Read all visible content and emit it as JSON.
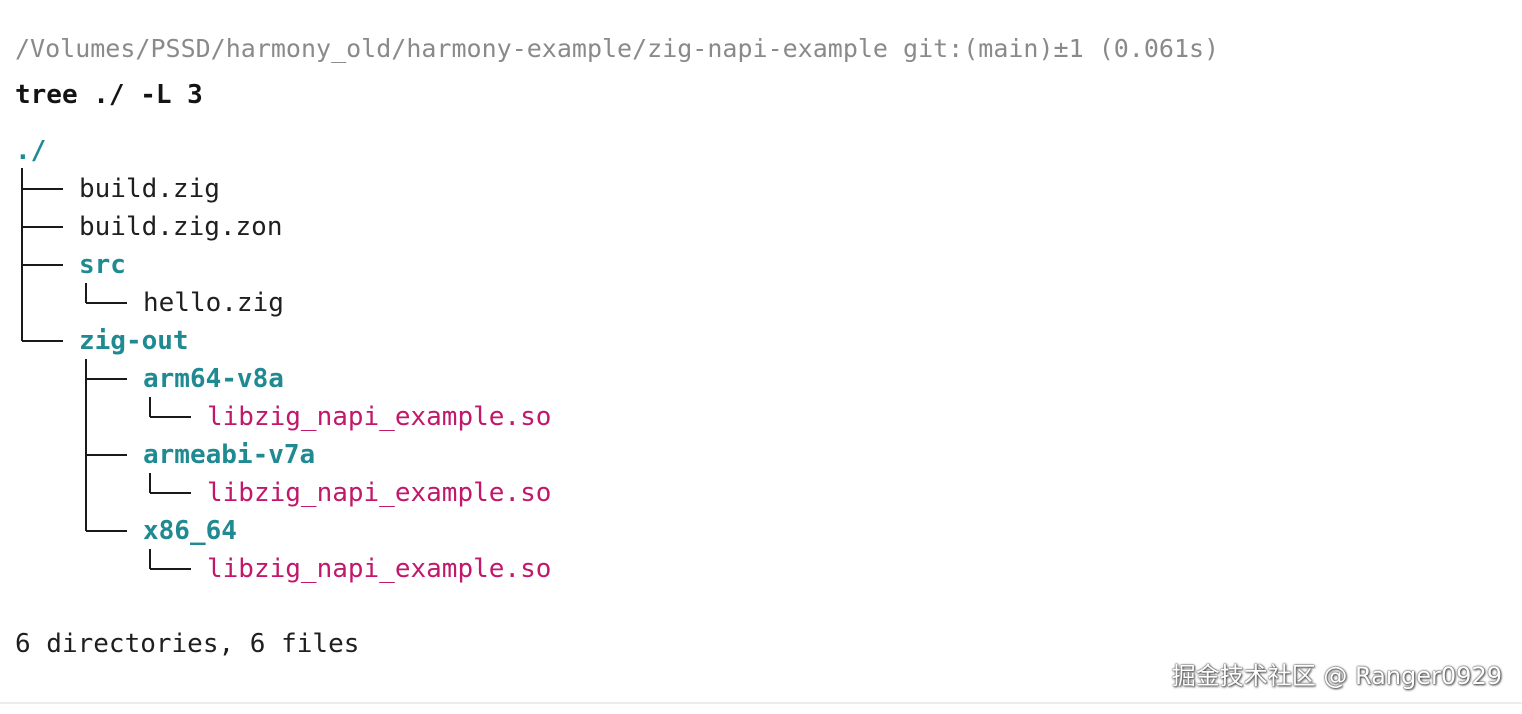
{
  "terminal": {
    "prompt_path": "/Volumes/PSSD/harmony_old/harmony-example/zig-napi-example git:(main)±1 (0.061s)",
    "command": "tree ./ -L 3",
    "root": "./",
    "entries": {
      "build_zig": "build.zig",
      "build_zig_zon": "build.zig.zon",
      "src": "src",
      "hello_zig": "hello.zig",
      "zig_out": "zig-out",
      "arm64_v8a": "arm64-v8a",
      "arm64_so": "libzig_napi_example.so",
      "armeabi_v7a": "armeabi-v7a",
      "armeabi_so": "libzig_napi_example.so",
      "x86_64": "x86_64",
      "x86_64_so": "libzig_napi_example.so"
    },
    "summary": "6 directories, 6 files"
  },
  "watermark": "掘金技术社区 @ Ranger0929",
  "colors": {
    "directory": "#1f8a91",
    "shared_object": "#c2186b",
    "prompt": "#8a8a8a",
    "text": "#1f1f1f"
  }
}
